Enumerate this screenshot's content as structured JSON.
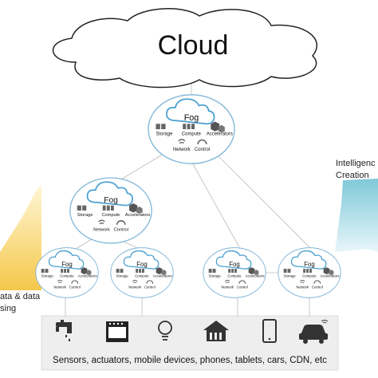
{
  "cloud": {
    "label": "Cloud"
  },
  "fog_nodes": [
    {
      "label": "Fog",
      "storage": "Storage",
      "compute": "Compute",
      "accelerators": "Accelerators",
      "network": "Network",
      "control": "Control"
    },
    {
      "label": "Fog",
      "storage": "Storage",
      "compute": "Compute",
      "accelerators": "Accelerators",
      "network": "Network",
      "control": "Control"
    },
    {
      "label": "Fog",
      "storage": "Storage",
      "compute": "Compute",
      "accelerators": "Accelerators",
      "network": "Network",
      "control": "Control"
    },
    {
      "label": "Fog",
      "storage": "Storage",
      "compute": "Compute",
      "accelerators": "Accelerators",
      "network": "Network",
      "control": "Control"
    },
    {
      "label": "Fog",
      "storage": "Storage",
      "compute": "Compute",
      "accelerators": "Accelerators",
      "network": "Network",
      "control": "Control"
    },
    {
      "label": "Fog",
      "storage": "Storage",
      "compute": "Compute",
      "accelerators": "Accelerators",
      "network": "Network",
      "control": "Control"
    }
  ],
  "left_arrow": {
    "line1": "ata & data",
    "line2": "sing",
    "color": "#f5c84a"
  },
  "right_arrow": {
    "line1": "Intelligenc",
    "line2": "Creation",
    "color": "#7fc8d8"
  },
  "devices": {
    "caption": "Sensors, actuators, mobile devices, phones, tablets, cars, CDN, etc",
    "icons": [
      "faucet-icon",
      "oven-icon",
      "lightbulb-icon",
      "house-icon",
      "phone-icon",
      "car-icon"
    ]
  }
}
